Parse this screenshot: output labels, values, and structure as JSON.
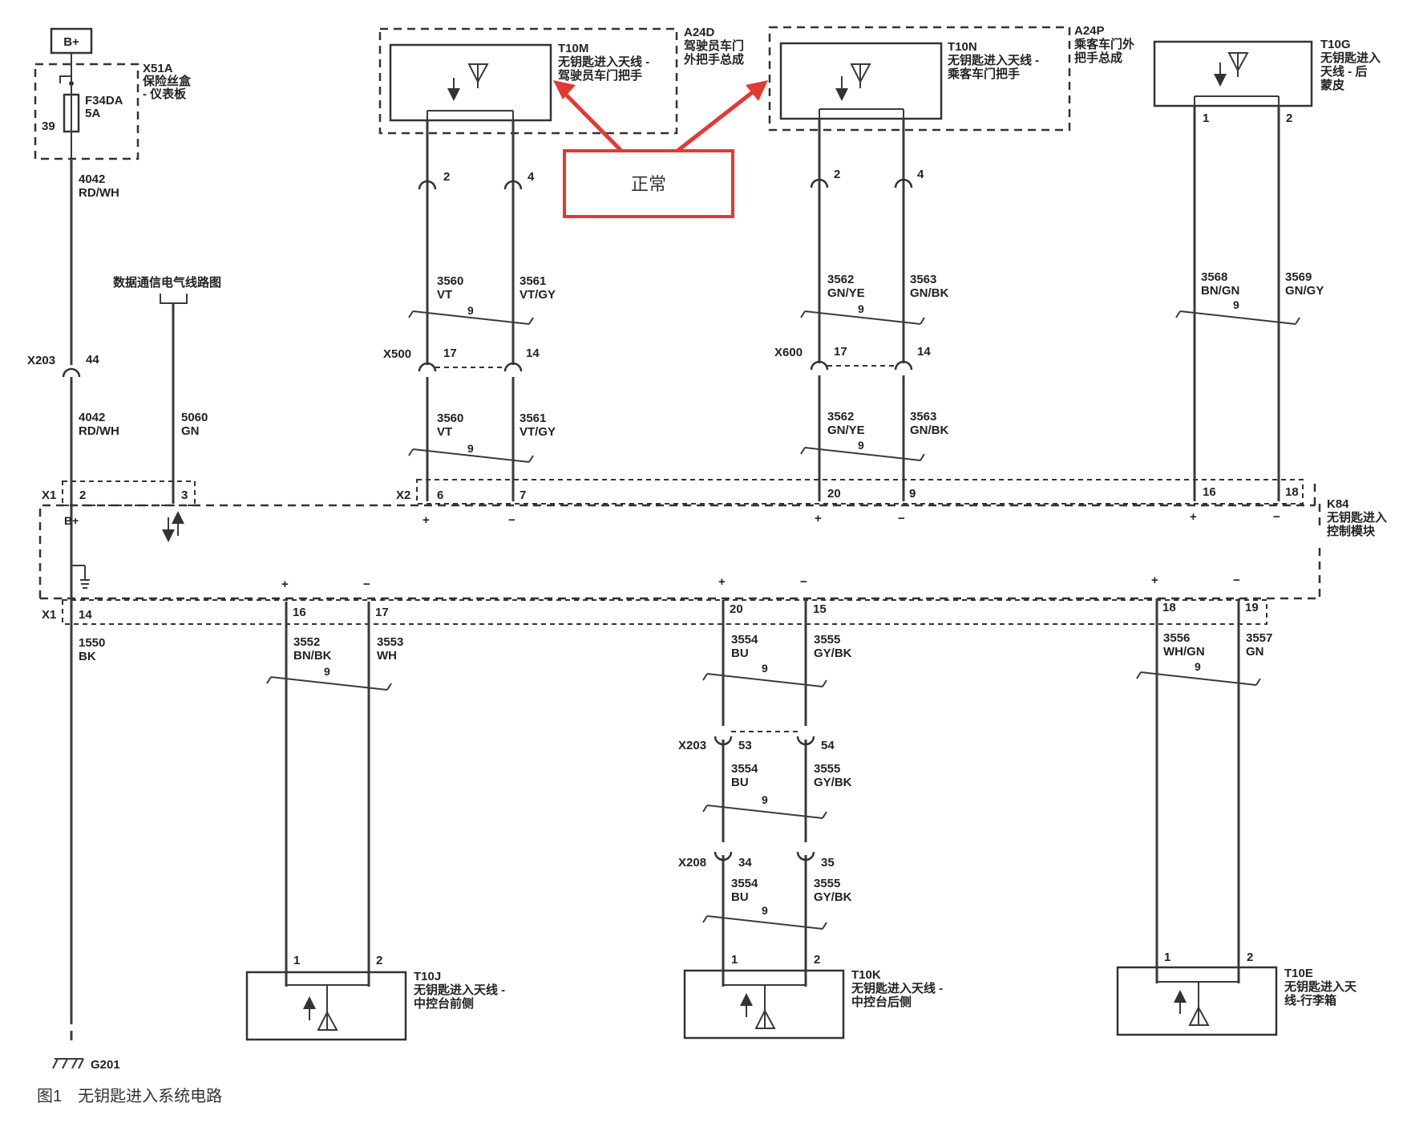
{
  "caption": "图1　无钥匙进入系统电路",
  "annotation": "正常",
  "colors": {
    "arrow": "#e23a33",
    "wire": "#3a3a3a"
  },
  "power": {
    "label": "B+"
  },
  "fuse_block": {
    "id": "X51A",
    "name_line1": "保险丝盒",
    "name_line2": "- 仪表板",
    "fuse": "F34DA",
    "rating": "5A",
    "pin": "39"
  },
  "bplus_wire": {
    "circuit": "4042",
    "color": "RD/WH"
  },
  "x203_top": {
    "id": "X203",
    "pin": "44"
  },
  "bplus_wire_2": {
    "circuit": "4042",
    "color": "RD/WH"
  },
  "data_comm": {
    "label": "数据通信电气线路图",
    "circuit": "5060",
    "color": "GN"
  },
  "x1_top": {
    "id": "X1",
    "pin_bplus": "2",
    "pin_data": "3",
    "bplus_label": "B+"
  },
  "x2": {
    "id": "X2"
  },
  "module": {
    "id": "K84",
    "name_line1": "无钥匙进入",
    "name_line2": "控制模块"
  },
  "twist": "9",
  "ant_driver": {
    "id": "T10M",
    "name_line1": "无钥匙进入天线 -",
    "name_line2": "驾驶员车门把手",
    "assembly_id": "A24D",
    "assembly_line1": "驾驶员车门",
    "assembly_line2": "外把手总成",
    "pin_a": "2",
    "pin_b": "4",
    "wire_a": {
      "circuit": "3560",
      "color": "VT"
    },
    "wire_b": {
      "circuit": "3561",
      "color": "VT/GY"
    },
    "inline": {
      "id": "X500",
      "pin_a": "17",
      "pin_b": "14"
    },
    "module_pin_a": "6",
    "module_pin_b": "7"
  },
  "ant_passenger": {
    "id": "T10N",
    "name_line1": "无钥匙进入天线 -",
    "name_line2": "乘客车门把手",
    "assembly_id": "A24P",
    "assembly_line1": "乘客车门外",
    "assembly_line2": "把手总成",
    "pin_a": "2",
    "pin_b": "4",
    "wire_a": {
      "circuit": "3562",
      "color": "GN/YE"
    },
    "wire_b": {
      "circuit": "3563",
      "color": "GN/BK"
    },
    "inline": {
      "id": "X600",
      "pin_a": "17",
      "pin_b": "14"
    },
    "module_pin_a": "20",
    "module_pin_b": "9"
  },
  "ant_rear": {
    "id": "T10G",
    "name_line1": "无钥匙进入",
    "name_line2": "天线 - 后",
    "name_line3": "蒙皮",
    "pin_a": "1",
    "pin_b": "2",
    "wire_a": {
      "circuit": "3568",
      "color": "BN/GN"
    },
    "wire_b": {
      "circuit": "3569",
      "color": "GN/GY"
    },
    "module_pin_a": "16",
    "module_pin_b": "18"
  },
  "ground": {
    "connector": "X1",
    "pin": "14",
    "circuit": "1550",
    "color": "BK",
    "ground_id": "G201"
  },
  "ant_front_console": {
    "id": "T10J",
    "name_line1": "无钥匙进入天线 -",
    "name_line2": "中控台前侧",
    "module_pin_a": "16",
    "module_pin_b": "17",
    "wire_a": {
      "circuit": "3552",
      "color": "BN/BK"
    },
    "wire_b": {
      "circuit": "3553",
      "color": "WH"
    },
    "pin_a": "1",
    "pin_b": "2"
  },
  "ant_rear_console": {
    "id": "T10K",
    "name_line1": "无钥匙进入天线 -",
    "name_line2": "中控台后侧",
    "module_pin_a": "20",
    "module_pin_b": "15",
    "wire_a": {
      "circuit": "3554",
      "color": "BU"
    },
    "wire_b": {
      "circuit": "3555",
      "color": "GY/BK"
    },
    "inline1": {
      "id": "X203",
      "pin_a": "53",
      "pin_b": "54"
    },
    "inline2": {
      "id": "X208",
      "pin_a": "34",
      "pin_b": "35"
    },
    "pin_a": "1",
    "pin_b": "2"
  },
  "ant_trunk": {
    "id": "T10E",
    "name_line1": "无钥匙进入天",
    "name_line2": "线-行李箱",
    "module_pin_a": "18",
    "module_pin_b": "19",
    "wire_a": {
      "circuit": "3556",
      "color": "WH/GN"
    },
    "wire_b": {
      "circuit": "3557",
      "color": "GN"
    },
    "pin_a": "1",
    "pin_b": "2"
  },
  "polarity": {
    "plus": "+",
    "minus": "−"
  }
}
